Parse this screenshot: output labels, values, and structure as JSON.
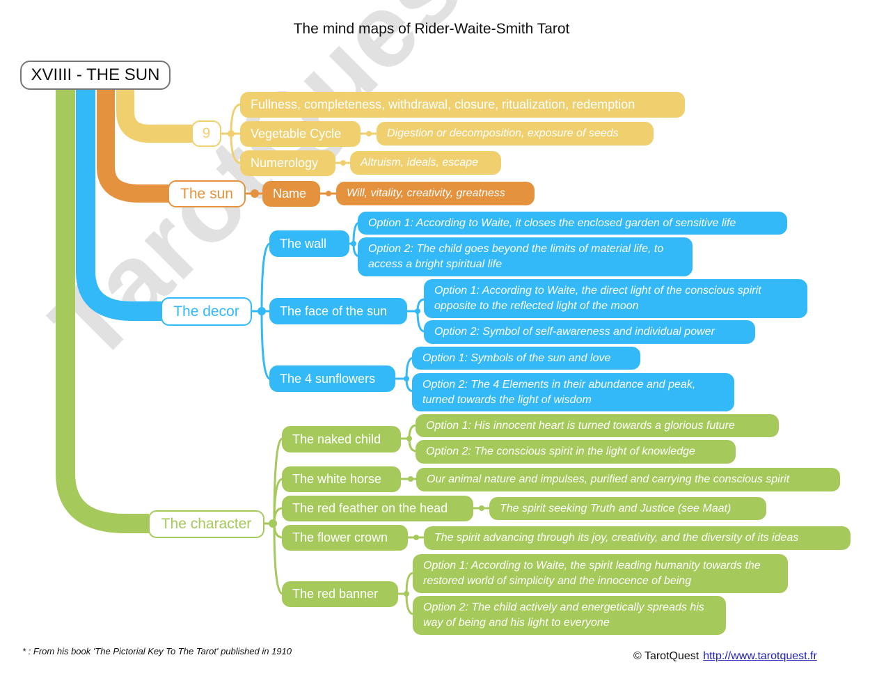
{
  "title": "The mind maps of Rider-Waite-Smith Tarot",
  "root": "XVIIII - THE SUN",
  "watermark": "TarotQuest.fr",
  "colors": {
    "yellow": "#f0cf6e",
    "orange": "#e5923f",
    "blue": "#33b8f8",
    "green": "#a5c95a",
    "root_border": "#777777"
  },
  "branches": {
    "number": {
      "label": "9",
      "children": [
        {
          "label": "Fullness, completeness, withdrawal, closure, ritualization, redemption"
        },
        {
          "label": "Vegetable Cycle",
          "detail": "Digestion or decomposition, exposure of seeds"
        },
        {
          "label": "Numerology",
          "detail": "Altruism, ideals, escape"
        }
      ]
    },
    "sun": {
      "label": "The sun",
      "children": [
        {
          "label": "Name",
          "detail": "Will, vitality, creativity, greatness"
        }
      ]
    },
    "decor": {
      "label": "The decor",
      "children": [
        {
          "label": "The wall",
          "options": [
            "Option 1: According to Waite, it closes the enclosed garden of sensitive life",
            "Option 2: The child goes beyond the limits of material life, to access a bright spiritual life"
          ]
        },
        {
          "label": "The face of the sun",
          "options": [
            "Option 1: According to Waite, the direct light of the conscious spirit opposite to the reflected light of the moon",
            "Option 2: Symbol of self-awareness and individual power"
          ]
        },
        {
          "label": "The 4 sunflowers",
          "options": [
            "Option 1: Symbols of the sun and love",
            "Option 2: The 4 Elements in their abundance and peak, turned towards the light of wisdom"
          ]
        }
      ]
    },
    "character": {
      "label": "The character",
      "children": [
        {
          "label": "The naked child",
          "options": [
            "Option 1: His innocent heart is turned towards a glorious future",
            "Option 2: The conscious spirit in the light of knowledge"
          ]
        },
        {
          "label": "The white horse",
          "detail": "Our animal nature and impulses, purified and carrying the conscious spirit"
        },
        {
          "label": "The red feather on the head",
          "detail": "The spirit seeking Truth and Justice (see Maat)"
        },
        {
          "label": "The flower crown",
          "detail": "The spirit advancing through its joy, creativity, and the diversity of its ideas"
        },
        {
          "label": "The red banner",
          "options": [
            "Option 1: According to Waite, the spirit leading humanity towards the restored world of simplicity and the innocence of being",
            "Option 2: The child actively and energetically spreads his way of being and his light to everyone"
          ]
        }
      ]
    }
  },
  "footnote": "* : From his book 'The Pictorial Key To The Tarot' published in 1910",
  "credit": {
    "copyright": "© TarotQuest",
    "link": "http://www.tarotquest.fr"
  }
}
